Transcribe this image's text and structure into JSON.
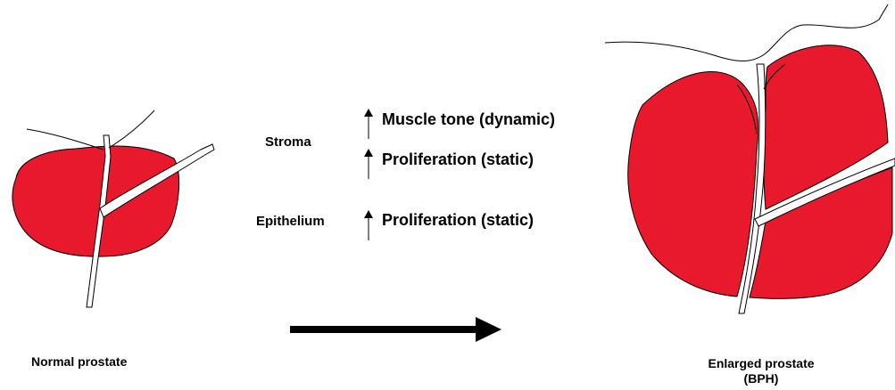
{
  "labels": {
    "stroma": "Stroma",
    "epithelium": "Epithelium"
  },
  "effects": {
    "muscle_tone": "Muscle tone (dynamic)",
    "stroma_proliferation": "Proliferation (static)",
    "epithelium_proliferation": "Proliferation (static)"
  },
  "captions": {
    "normal": "Normal prostate",
    "enlarged_line1": "Enlarged prostate",
    "enlarged_line2": "(BPH)"
  },
  "icons": {
    "effect_arrow": "up-arrow-icon",
    "progression_arrow": "right-arrow-icon"
  },
  "colors": {
    "tissue": "#e8192c",
    "outline": "#000000",
    "duct": "#ffffff"
  }
}
